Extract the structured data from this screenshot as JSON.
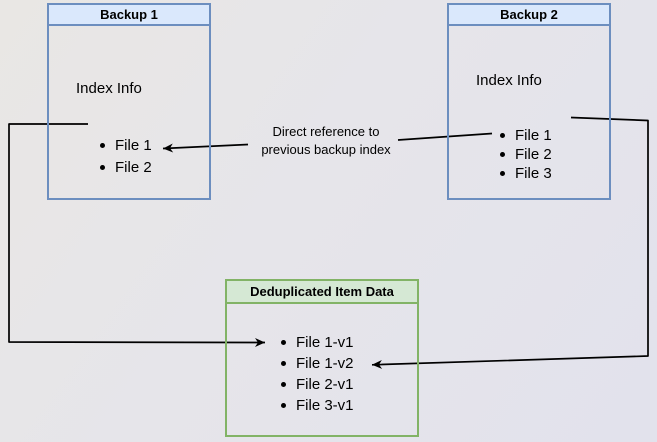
{
  "diagram": {
    "backup1": {
      "title": "Backup 1",
      "subtitle": "Index Info",
      "files": [
        "File 1",
        "File 2"
      ]
    },
    "backup2": {
      "title": "Backup 2",
      "subtitle": "Index Info",
      "files": [
        "File 1",
        "File 2",
        "File 3"
      ]
    },
    "dedup": {
      "title": "Deduplicated Item Data",
      "files": [
        "File 1-v1",
        "File 1-v2",
        "File 2-v1",
        "File 3-v1"
      ]
    },
    "annotation": {
      "line1": "Direct reference to",
      "line2": "previous backup index"
    },
    "colors": {
      "backup_box_fill": "#dae8fc",
      "backup_box_border": "#6c8ebf",
      "dedup_box_fill": "#d5e8d4",
      "dedup_box_border": "#82b366",
      "connector": "#000000",
      "background": "#e5e4ea"
    }
  }
}
